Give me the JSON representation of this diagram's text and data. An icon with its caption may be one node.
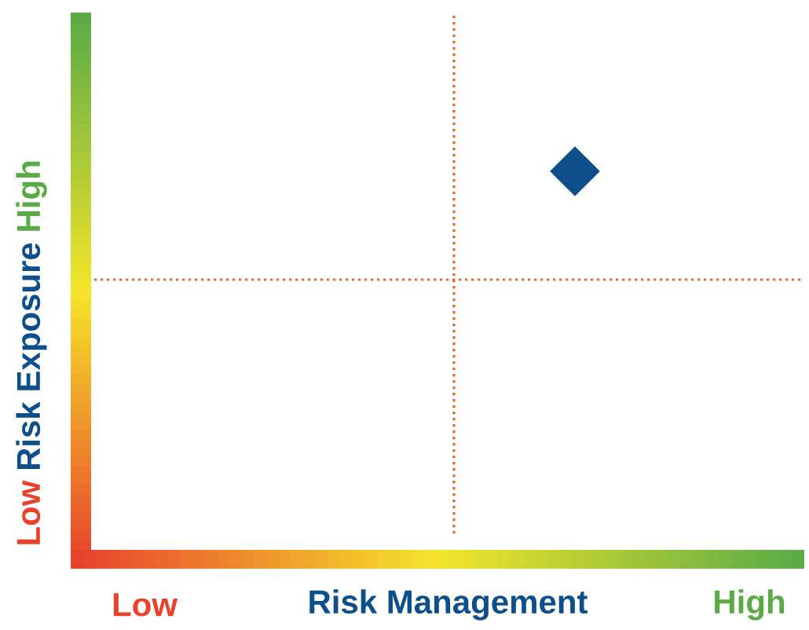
{
  "diagram": {
    "nodes": [
      {
        "text": [],
        "shape": "diamond"
      }
    ],
    "labels": [
      "Low",
      "Risk Management",
      "High",
      "Low",
      "Risk Exposure",
      "High"
    ]
  }
}
